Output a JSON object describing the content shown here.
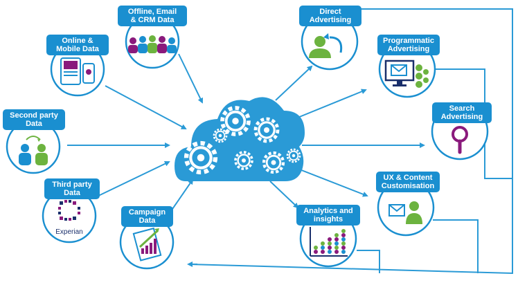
{
  "colors": {
    "primary": "#1a8fd0",
    "line": "#2a9ad6",
    "green": "#6cb33f",
    "purple": "#8a1a7c"
  },
  "nodes": {
    "offline": {
      "line1": "Offline, Email",
      "line2": "& CRM Data",
      "icon": "people-group-icon"
    },
    "online": {
      "line1": "Online &",
      "line2": "Mobile Data",
      "icon": "tablet-phone-icon"
    },
    "second": {
      "line1": "Second party",
      "line2": "Data",
      "icon": "two-people-exchange-icon"
    },
    "third": {
      "line1": "Third party",
      "line2": "Data",
      "icon": "experian-logo-icon",
      "logo_text": "Experian"
    },
    "campaign": {
      "line1": "Campaign",
      "line2": "Data",
      "icon": "rising-chart-icon"
    },
    "direct": {
      "line1": "Direct",
      "line2": "Advertising",
      "icon": "person-arrow-icon"
    },
    "programmatic": {
      "line1": "Programmatic",
      "line2": "Advertising",
      "icon": "monitor-gears-icon"
    },
    "search": {
      "line1": "Search",
      "line2": "Advertising",
      "icon": "magnifier-icon"
    },
    "ux": {
      "line1": "UX & Content",
      "line2": "Customisation",
      "icon": "woman-envelope-icon"
    },
    "analytics": {
      "line1": "Analytics and",
      "line2": "insights",
      "icon": "dot-plot-icon"
    }
  },
  "center": {
    "icon": "cloud-gears-icon"
  }
}
